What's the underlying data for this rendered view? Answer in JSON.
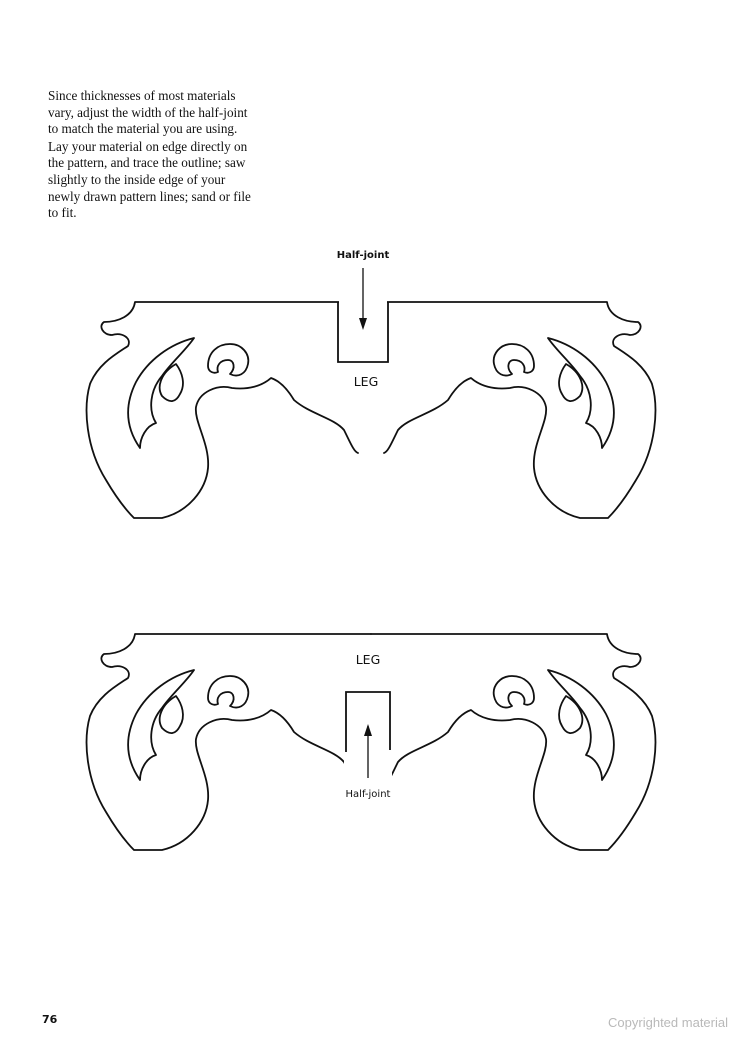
{
  "instructions": {
    "paragraph_1": "Since thicknesses of most materials vary, adjust the width of the half-joint to match the material you are using.",
    "paragraph_2": "Lay your material on edge directly on the pattern, and trace the outline; saw slightly to the inside edge of your newly drawn pattern lines; sand or file to fit."
  },
  "pattern_top": {
    "label": "LEG",
    "joint_label": "Half-joint"
  },
  "pattern_bottom": {
    "label": "LEG",
    "joint_label": "Half-joint"
  },
  "footer": {
    "page_number": "76",
    "copyright": "Copyrighted material"
  }
}
